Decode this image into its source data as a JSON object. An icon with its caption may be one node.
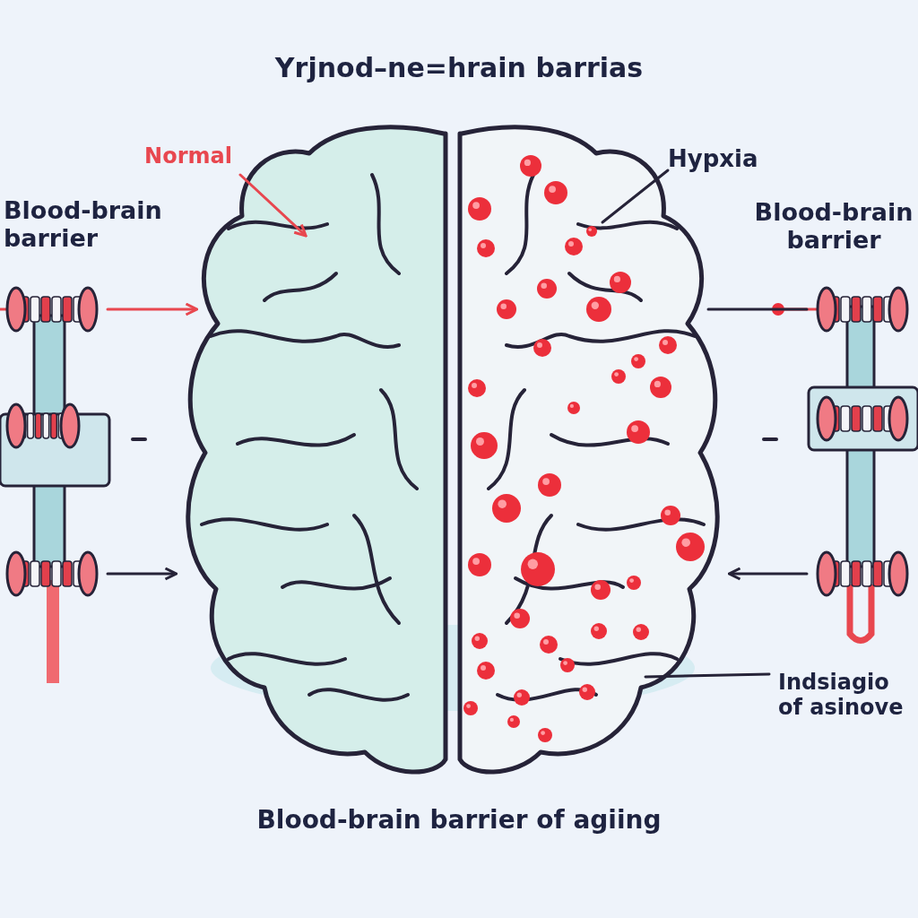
{
  "diagram": {
    "title": "Yrjnod–ne=hrain barrias",
    "caption": "Blood-brain barrier of agiing",
    "nodes": [
      {
        "text": [
          "Normal"
        ]
      },
      {
        "text": [
          "Hypxia"
        ]
      },
      {
        "text": [
          "Blood-brain barrier"
        ]
      },
      {
        "text": [],
        "shape": "picture"
      },
      {
        "text": [],
        "shape": "picture"
      },
      {
        "text": [],
        "shape": "picture"
      },
      {
        "text": [
          "Blood-brain barrier"
        ]
      },
      {
        "text": [],
        "shape": "picture"
      },
      {
        "text": [
          "Indsiagio of asinove"
        ]
      }
    ],
    "edges": [
      {
        "from": 0,
        "to": 4,
        "arrow": "to",
        "color": "#e8474f"
      },
      {
        "from": 1,
        "to": 5,
        "arrow": "none"
      },
      {
        "from": 3,
        "to": 4,
        "arrow": "to",
        "color": "#e8474f"
      },
      {
        "from": 3,
        "to": 4,
        "arrow": "to"
      },
      {
        "from": 7,
        "to": 5,
        "arrow": "none"
      },
      {
        "from": 7,
        "to": 5,
        "arrow": "to"
      },
      {
        "from": 8,
        "to": 5,
        "arrow": "none"
      }
    ]
  }
}
